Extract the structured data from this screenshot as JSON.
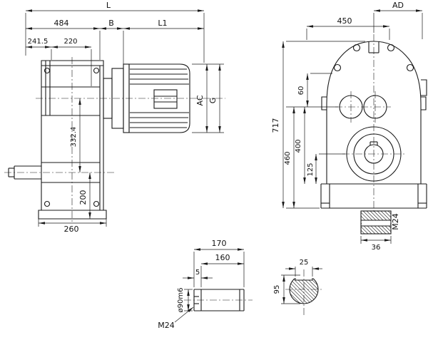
{
  "drawing": {
    "kind": "gear-unit-dimension-drawing",
    "colors": {
      "ink": "#1a1a1a",
      "paper": "#ffffff"
    }
  },
  "side_view": {
    "L": "L",
    "len_484": "484",
    "B": "B",
    "L1": "L1",
    "len_241_5": "241.5",
    "len_220": "220",
    "height_332_4": "332.4",
    "AC": "AC",
    "G": "G",
    "height_200": "200",
    "width_260": "260"
  },
  "front_view": {
    "AD": "AD",
    "width_450": "450",
    "height_717": "717",
    "offset_60": "60",
    "height_460": "460",
    "height_400": "400",
    "offset_125": "125"
  },
  "key_detail": {
    "thread": "M24",
    "width_36": "36"
  },
  "shaft_detail": {
    "len_170": "170",
    "len_160": "160",
    "len_5": "5",
    "diameter": "ø90m6",
    "thread": "M24"
  },
  "shaft_section": {
    "keyway_width_25": "25",
    "width_95": "95"
  }
}
